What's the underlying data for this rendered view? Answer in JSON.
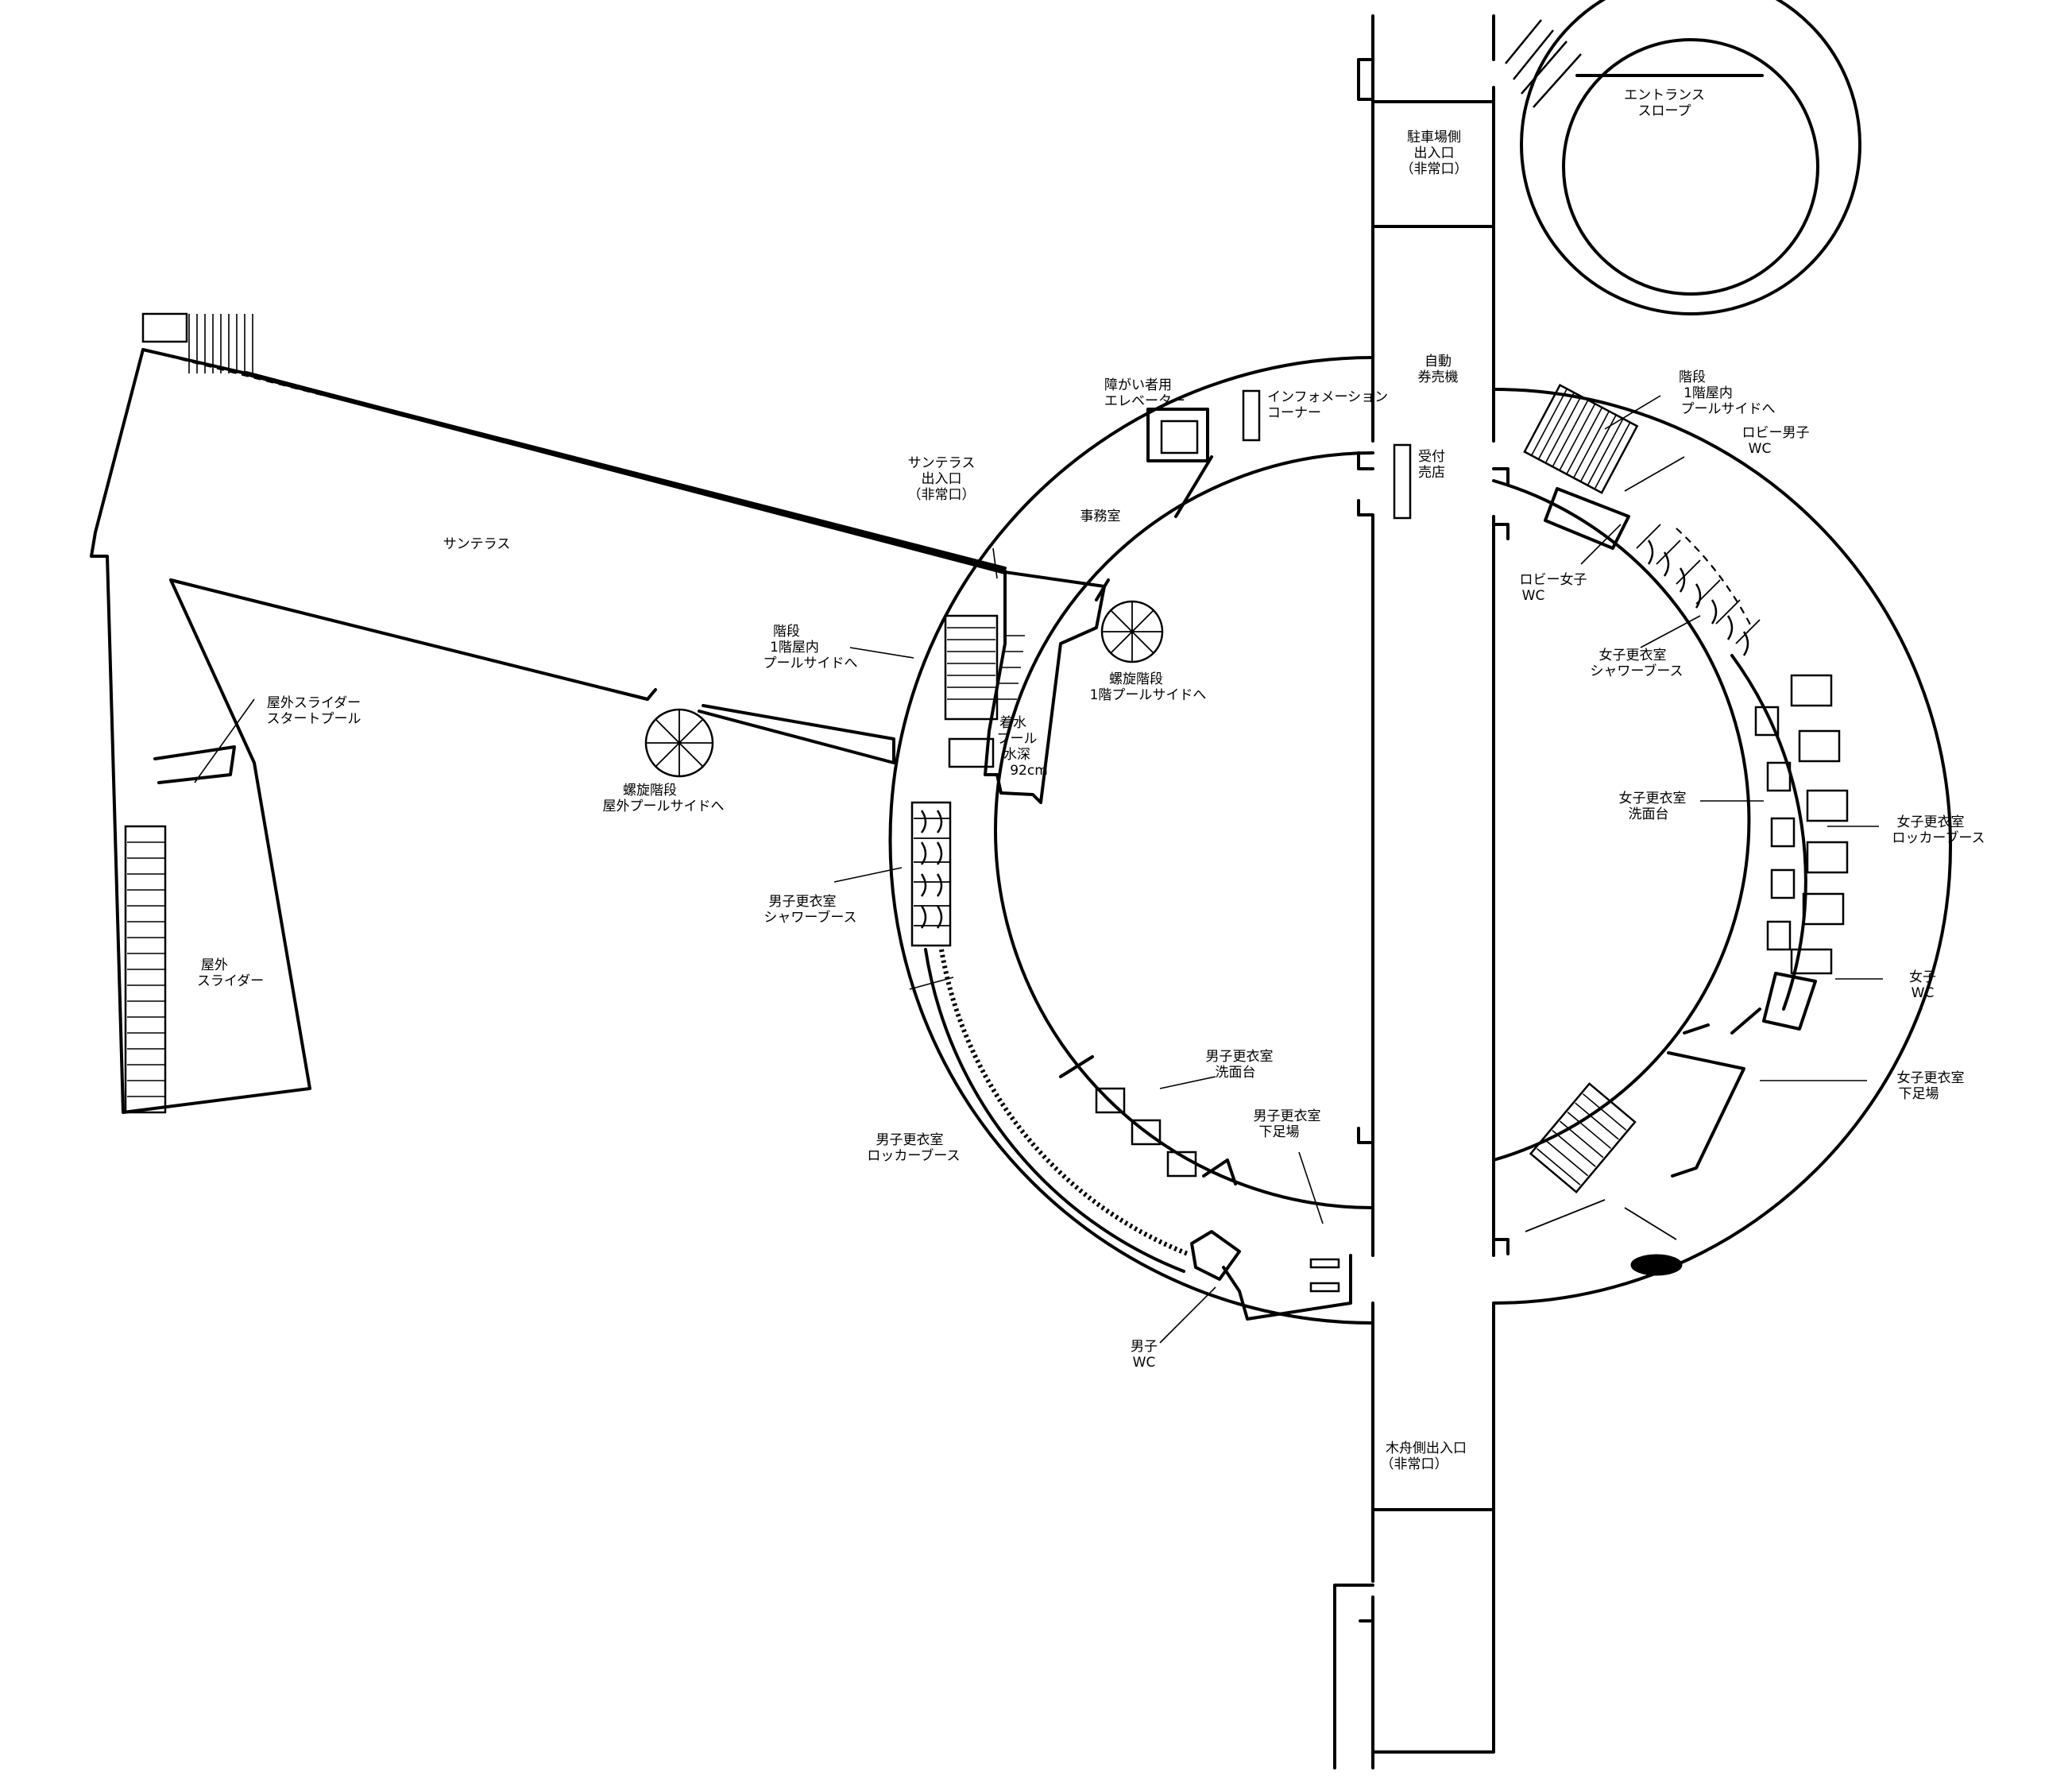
{
  "labels": {
    "entrance_slope": [
      "エントランス",
      "スロープ"
    ],
    "parking_exit": [
      "駐車場側",
      "出入口",
      "（非常口）"
    ],
    "ticket_machine": [
      "自動",
      "券売機"
    ],
    "reception": [
      "受付",
      "売店"
    ],
    "info_corner": [
      "インフォメーション",
      "コーナー"
    ],
    "elevator": [
      "障がい者用",
      "エレベーター"
    ],
    "office": [
      "事務室"
    ],
    "sunterrace_exit": [
      "サンテラス",
      "出入口",
      "（非常口）"
    ],
    "sunterrace": [
      "サンテラス"
    ],
    "stairs_west": [
      "階段",
      "1階屋内",
      "プールサイドへ"
    ],
    "spiral_inner": [
      "螺旋階段",
      "1階プールサイドへ"
    ],
    "wading_pool": [
      "着水",
      "プール",
      "水深",
      "92cm"
    ],
    "spiral_outer": [
      "螺旋階段",
      "屋外プールサイドへ"
    ],
    "slider_start": [
      "屋外スライダー",
      "スタートプール"
    ],
    "slider": [
      "屋外",
      "スライダー"
    ],
    "men_shower": [
      "男子更衣室",
      "シャワーブース"
    ],
    "men_locker": [
      "男子更衣室",
      "ロッカーブース"
    ],
    "men_wash": [
      "男子更衣室",
      "洗面台"
    ],
    "men_shoes": [
      "男子更衣室",
      "下足場"
    ],
    "men_wc": [
      "男子",
      "WC"
    ],
    "stairs_east": [
      "階段",
      "1階屋内",
      "プールサイドへ"
    ],
    "lobby_men_wc": [
      "ロビー男子",
      "WC"
    ],
    "lobby_women_wc": [
      "ロビー女子",
      "WC"
    ],
    "women_shower": [
      "女子更衣室",
      "シャワーブース"
    ],
    "women_wash": [
      "女子更衣室",
      "洗面台"
    ],
    "women_locker": [
      "女子更衣室",
      "ロッカーブース"
    ],
    "women_wc": [
      "女子",
      "WC"
    ],
    "women_shoes": [
      "女子更衣室",
      "下足場"
    ],
    "kifune_exit": [
      "木舟側出入口",
      "（非常口）"
    ]
  }
}
